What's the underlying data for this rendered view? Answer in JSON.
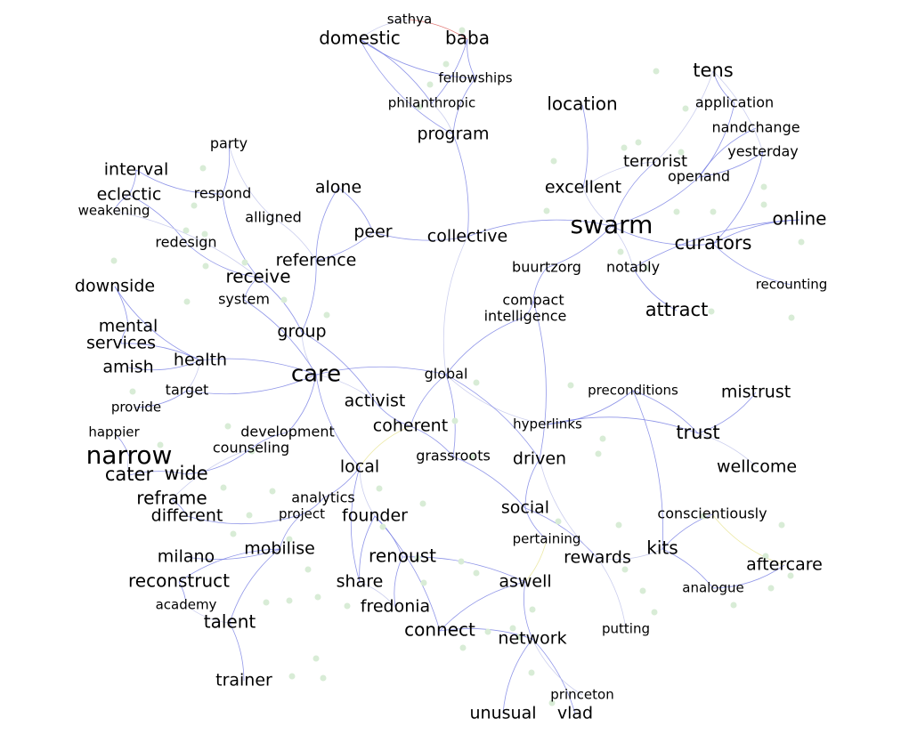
{
  "colors": {
    "edge_primary": "#6b73e0",
    "edge_light": "#b9bde8",
    "edge_accent_yellow": "#e6e28a",
    "edge_accent_red": "#d9534f",
    "node_fill": "#d8ecd6",
    "label_color": "#000000",
    "background": "#ffffff"
  },
  "words": [
    {
      "id": "sathya",
      "text": "sathya"
    },
    {
      "id": "domestic",
      "text": "domestic"
    },
    {
      "id": "baba",
      "text": "baba"
    },
    {
      "id": "fellowships",
      "text": "fellowships"
    },
    {
      "id": "philanthropic",
      "text": "philanthropic"
    },
    {
      "id": "program",
      "text": "program"
    },
    {
      "id": "location",
      "text": "location"
    },
    {
      "id": "tens",
      "text": "tens"
    },
    {
      "id": "application",
      "text": "application"
    },
    {
      "id": "nandchange",
      "text": "nandchange"
    },
    {
      "id": "yesterday",
      "text": "yesterday"
    },
    {
      "id": "terrorist",
      "text": "terrorist"
    },
    {
      "id": "openand",
      "text": "openand"
    },
    {
      "id": "excellent",
      "text": "excellent"
    },
    {
      "id": "swarm",
      "text": "swarm"
    },
    {
      "id": "online",
      "text": "online"
    },
    {
      "id": "curators",
      "text": "curators"
    },
    {
      "id": "buurtzorg",
      "text": "buurtzorg"
    },
    {
      "id": "notably",
      "text": "notably"
    },
    {
      "id": "recounting",
      "text": "recounting"
    },
    {
      "id": "attract",
      "text": "attract"
    },
    {
      "id": "compact",
      "text": "compact"
    },
    {
      "id": "intelligence",
      "text": "intelligence"
    },
    {
      "id": "party",
      "text": "party"
    },
    {
      "id": "interval",
      "text": "interval"
    },
    {
      "id": "eclectic",
      "text": "eclectic"
    },
    {
      "id": "respond",
      "text": "respond"
    },
    {
      "id": "alone",
      "text": "alone"
    },
    {
      "id": "weakening",
      "text": "weakening"
    },
    {
      "id": "alligned",
      "text": "alligned"
    },
    {
      "id": "peer",
      "text": "peer"
    },
    {
      "id": "collective",
      "text": "collective"
    },
    {
      "id": "redesign",
      "text": "redesign"
    },
    {
      "id": "reference",
      "text": "reference"
    },
    {
      "id": "receive",
      "text": "receive"
    },
    {
      "id": "downside",
      "text": "downside"
    },
    {
      "id": "system",
      "text": "system"
    },
    {
      "id": "mental",
      "text": "mental"
    },
    {
      "id": "group",
      "text": "group"
    },
    {
      "id": "services",
      "text": "services"
    },
    {
      "id": "amish",
      "text": "amish"
    },
    {
      "id": "health",
      "text": "health"
    },
    {
      "id": "care",
      "text": "care"
    },
    {
      "id": "global",
      "text": "global"
    },
    {
      "id": "target",
      "text": "target"
    },
    {
      "id": "activist",
      "text": "activist"
    },
    {
      "id": "preconditions",
      "text": "preconditions"
    },
    {
      "id": "mistrust",
      "text": "mistrust"
    },
    {
      "id": "provide",
      "text": "provide"
    },
    {
      "id": "coherent",
      "text": "coherent"
    },
    {
      "id": "hyperlinks",
      "text": "hyperlinks"
    },
    {
      "id": "happier",
      "text": "happier"
    },
    {
      "id": "development",
      "text": "development"
    },
    {
      "id": "trust",
      "text": "trust"
    },
    {
      "id": "counseling",
      "text": "counseling"
    },
    {
      "id": "narrow",
      "text": "narrow"
    },
    {
      "id": "grassroots",
      "text": "grassroots"
    },
    {
      "id": "driven",
      "text": "driven"
    },
    {
      "id": "wellcome",
      "text": "wellcome"
    },
    {
      "id": "local",
      "text": "local"
    },
    {
      "id": "cater",
      "text": "cater"
    },
    {
      "id": "wide",
      "text": "wide"
    },
    {
      "id": "analytics",
      "text": "analytics"
    },
    {
      "id": "reframe",
      "text": "reframe"
    },
    {
      "id": "social",
      "text": "social"
    },
    {
      "id": "project",
      "text": "project"
    },
    {
      "id": "conscientiously",
      "text": "conscientiously"
    },
    {
      "id": "different",
      "text": "different"
    },
    {
      "id": "founder",
      "text": "founder"
    },
    {
      "id": "pertaining",
      "text": "pertaining"
    },
    {
      "id": "kits",
      "text": "kits"
    },
    {
      "id": "mobilise",
      "text": "mobilise"
    },
    {
      "id": "milano",
      "text": "milano"
    },
    {
      "id": "renoust",
      "text": "renoust"
    },
    {
      "id": "rewards",
      "text": "rewards"
    },
    {
      "id": "aftercare",
      "text": "aftercare"
    },
    {
      "id": "reconstruct",
      "text": "reconstruct"
    },
    {
      "id": "share",
      "text": "share"
    },
    {
      "id": "aswell",
      "text": "aswell"
    },
    {
      "id": "analogue",
      "text": "analogue"
    },
    {
      "id": "academy",
      "text": "academy"
    },
    {
      "id": "fredonia",
      "text": "fredonia"
    },
    {
      "id": "talent",
      "text": "talent"
    },
    {
      "id": "putting",
      "text": "putting"
    },
    {
      "id": "connect",
      "text": "connect"
    },
    {
      "id": "network",
      "text": "network"
    },
    {
      "id": "trainer",
      "text": "trainer"
    },
    {
      "id": "princeton",
      "text": "princeton"
    },
    {
      "id": "unusual",
      "text": "unusual"
    },
    {
      "id": "vlad",
      "text": "vlad"
    }
  ]
}
